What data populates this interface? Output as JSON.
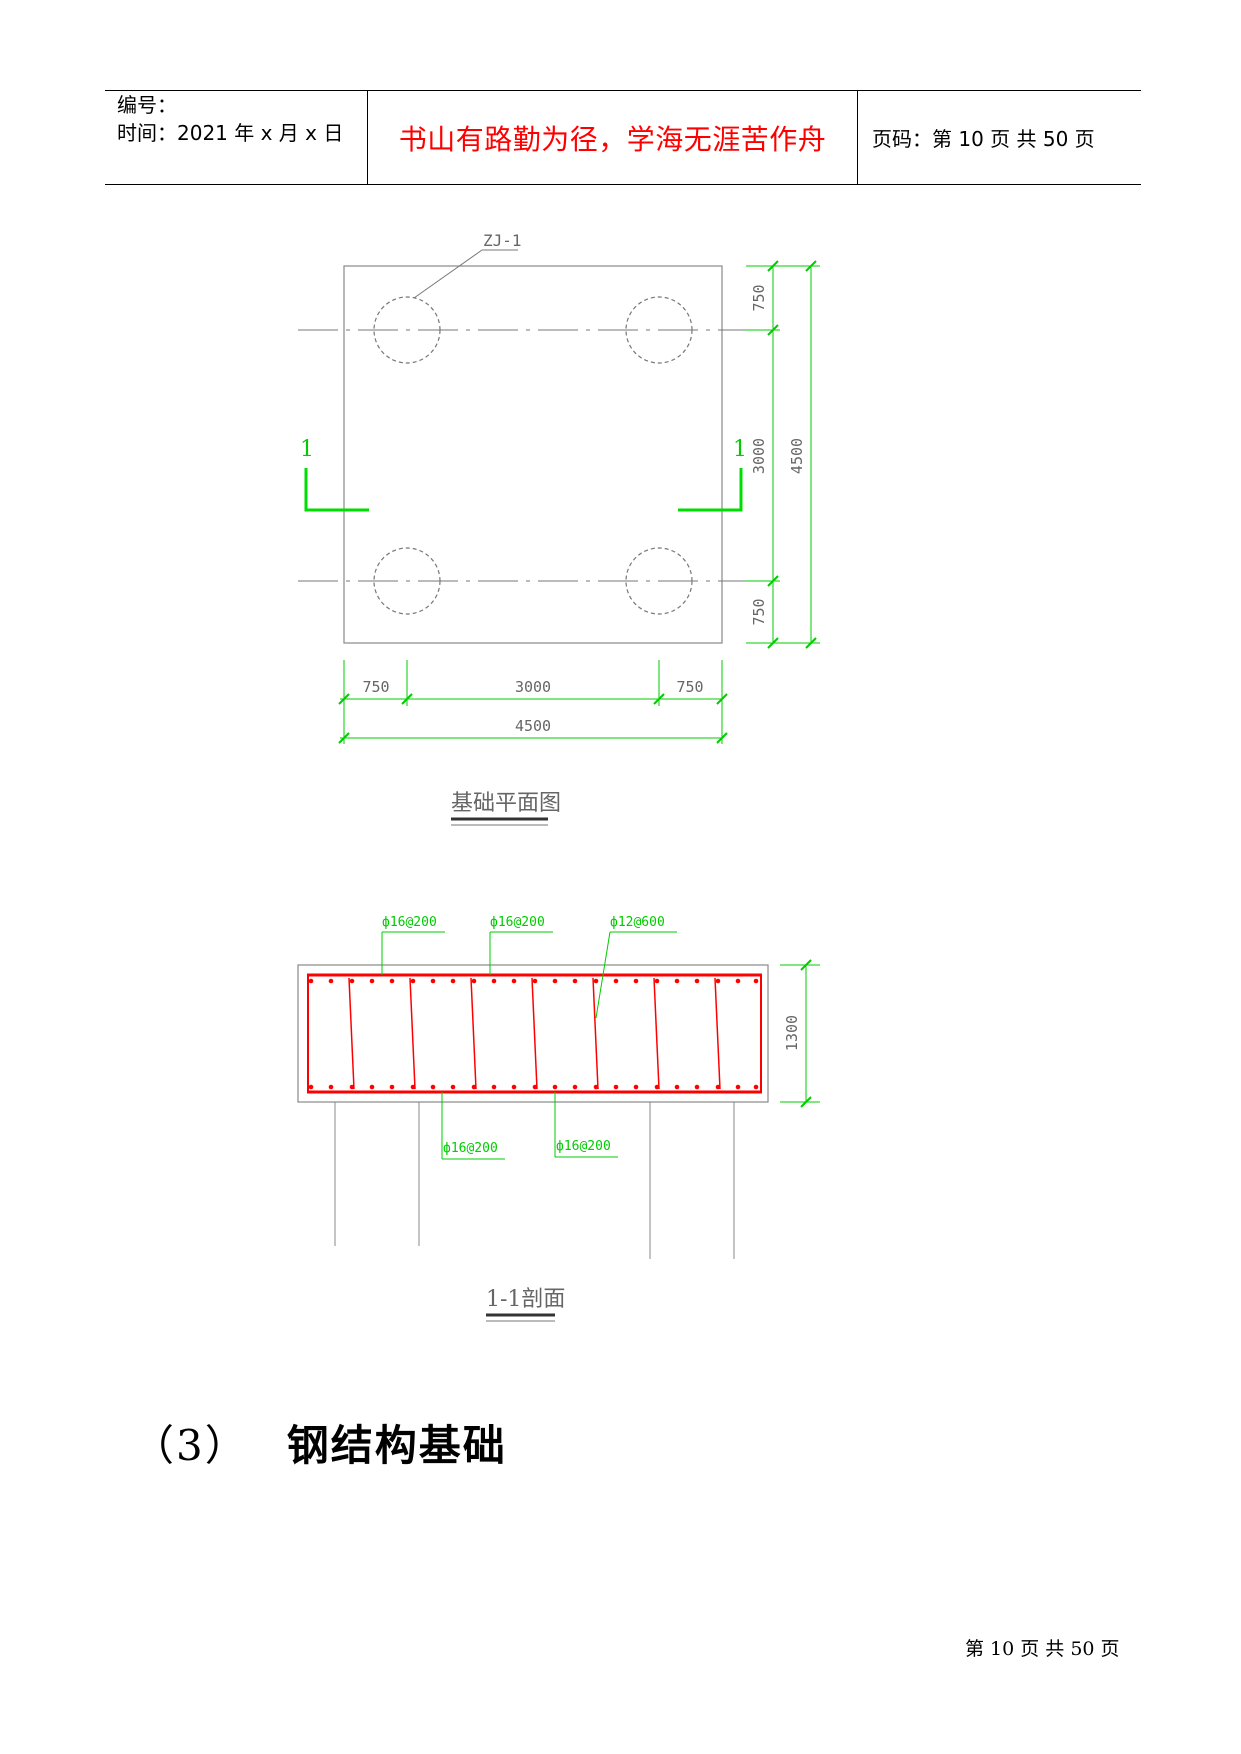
{
  "header": {
    "code_label": "编号：",
    "time_label": "时间：2021 年 x 月 x 日",
    "motto": "书山有路勤为径，学海无涯苦作舟",
    "page_info": "页码：第 10 页  共 50 页"
  },
  "plan": {
    "pile_label": "ZJ-1",
    "section_mark_left": "1",
    "section_mark_right": "1",
    "dims_right": [
      "750",
      "3000",
      "750"
    ],
    "dim_total_right": "4500",
    "dims_bottom": [
      "750",
      "3000",
      "750"
    ],
    "dim_total_bottom": "4500",
    "caption": "基础平面图"
  },
  "section": {
    "rebar_top_1": "ф16@200",
    "rebar_top_2": "ф16@200",
    "rebar_stirrup": "ф12@600",
    "rebar_bot_1": "ф16@200",
    "rebar_bot_2": "ф16@200",
    "height_dim": "1300",
    "caption": "1-1剖面"
  },
  "heading": {
    "number": "（3）",
    "title": "钢结构基础"
  },
  "footer": {
    "page": "第 10 页 共 50 页"
  },
  "colors": {
    "motto": "#ff0000",
    "dimension": "#00cc00",
    "rebar": "#ff0000"
  }
}
